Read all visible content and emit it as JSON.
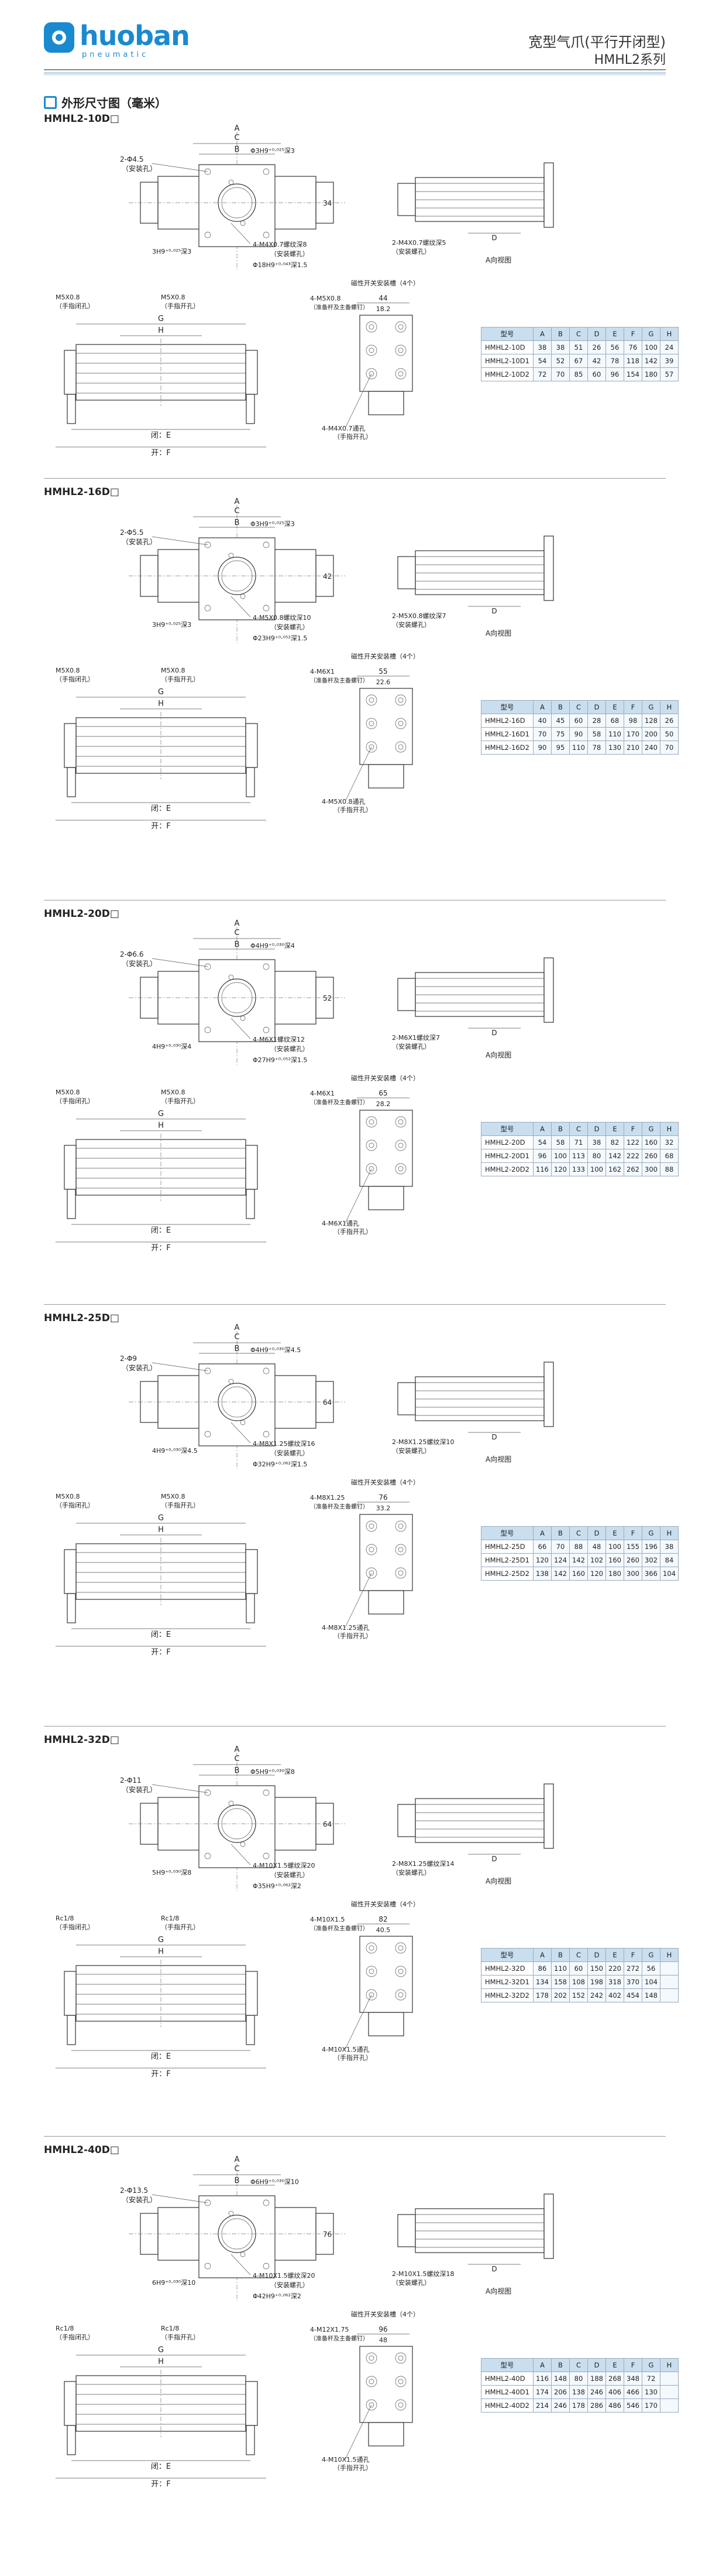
{
  "brand": {
    "name": "huoban",
    "sub": "pneumatic"
  },
  "header": {
    "title": "宽型气爪(平行开闭型)",
    "series": "HMHL2系列"
  },
  "section_title": "外形尺寸图（毫米）",
  "common": {
    "view_a": "A向视图",
    "close": "闭：E",
    "open": "开：F",
    "mount_hole": "（安装孔）",
    "mount_screw": "（安装螺孔）",
    "finger_open": "（手指开孔）",
    "finger_close": "（手指闭孔）",
    "sensor": "磁性开关安装槽（4个）",
    "adjust": "（准备杆及主备螺钉）",
    "through": "（手指开孔）"
  },
  "table_headers": [
    "型号",
    "A",
    "B",
    "C",
    "D",
    "E",
    "F",
    "G",
    "H"
  ],
  "sections": [
    {
      "model": "HMHL2-10D□",
      "labels": {
        "hole2": "2-Φ4.5",
        "dp": "Φ3H9⁺⁰·⁰²⁵深3",
        "screw4": "4-M4X0.7螺纹深8",
        "bore": "Φ18H9⁺⁰·⁰⁴³深1.5",
        "h3": "3H9⁺⁰·⁰²⁵深3",
        "side": "2-M4X0.7螺纹深5",
        "port1": "M5X0.8",
        "port2": "M5X0.8",
        "adj": "4-M5X0.8",
        "thru": "4-M4X0.7通孔",
        "dim34": "34",
        "dim44": "44",
        "dim182": "18.2"
      },
      "rows": [
        [
          "HMHL2-10D",
          "38",
          "38",
          "51",
          "26",
          "56",
          "76",
          "100",
          "24"
        ],
        [
          "HMHL2-10D1",
          "54",
          "52",
          "67",
          "42",
          "78",
          "118",
          "142",
          "39"
        ],
        [
          "HMHL2-10D2",
          "72",
          "70",
          "85",
          "60",
          "96",
          "154",
          "180",
          "57"
        ]
      ]
    },
    {
      "model": "HMHL2-16D□",
      "labels": {
        "hole2": "2-Φ5.5",
        "dp": "Φ3H9⁺⁰·⁰²⁵深3",
        "screw4": "4-M5X0.8螺纹深10",
        "bore": "Φ23H9⁺⁰·⁰⁵²深1.5",
        "h3": "3H9⁺⁰·⁰²⁵深3",
        "side": "2-M5X0.8螺纹深7",
        "port1": "M5X0.8",
        "port2": "M5X0.8",
        "adj": "4-M6X1",
        "thru": "4-M5X0.8通孔",
        "dim34": "42",
        "dim44": "55",
        "dim182": "22.6"
      },
      "rows": [
        [
          "HMHL2-16D",
          "40",
          "45",
          "60",
          "28",
          "68",
          "98",
          "128",
          "26"
        ],
        [
          "HMHL2-16D1",
          "70",
          "75",
          "90",
          "58",
          "110",
          "170",
          "200",
          "50"
        ],
        [
          "HMHL2-16D2",
          "90",
          "95",
          "110",
          "78",
          "130",
          "210",
          "240",
          "70"
        ]
      ]
    },
    {
      "model": "HMHL2-20D□",
      "labels": {
        "hole2": "2-Φ6.6",
        "dp": "Φ4H9⁺⁰·⁰³⁰深4",
        "screw4": "4-M6X1螺纹深12",
        "bore": "Φ27H9⁺⁰·⁰⁵²深1.5",
        "h3": "4H9⁺⁰·⁰³⁰深4",
        "side": "2-M6X1螺纹深7",
        "port1": "M5X0.8",
        "port2": "M5X0.8",
        "adj": "4-M6X1",
        "thru": "4-M6X1通孔",
        "dim34": "52",
        "dim44": "65",
        "dim182": "28.2"
      },
      "rows": [
        [
          "HMHL2-20D",
          "54",
          "58",
          "71",
          "38",
          "82",
          "122",
          "160",
          "32"
        ],
        [
          "HMHL2-20D1",
          "96",
          "100",
          "113",
          "80",
          "142",
          "222",
          "260",
          "68"
        ],
        [
          "HMHL2-20D2",
          "116",
          "120",
          "133",
          "100",
          "162",
          "262",
          "300",
          "88"
        ]
      ]
    },
    {
      "model": "HMHL2-25D□",
      "labels": {
        "hole2": "2-Φ9",
        "dp": "Φ4H9⁺⁰·⁰³⁰深4.5",
        "screw4": "4-M8X1.25螺纹深16",
        "bore": "Φ32H9⁺⁰·⁰⁶²深1.5",
        "h3": "4H9⁺⁰·⁰³⁰深4.5",
        "side": "2-M8X1.25螺纹深10",
        "port1": "M5X0.8",
        "port2": "M5X0.8",
        "adj": "4-M8X1.25",
        "thru": "4-M8X1.25通孔",
        "dim34": "64",
        "dim44": "76",
        "dim182": "33.2"
      },
      "rows": [
        [
          "HMHL2-25D",
          "66",
          "70",
          "88",
          "48",
          "100",
          "155",
          "196",
          "38"
        ],
        [
          "HMHL2-25D1",
          "120",
          "124",
          "142",
          "102",
          "160",
          "260",
          "302",
          "84"
        ],
        [
          "HMHL2-25D2",
          "138",
          "142",
          "160",
          "120",
          "180",
          "300",
          "366",
          "104"
        ]
      ]
    },
    {
      "model": "HMHL2-32D□",
      "labels": {
        "hole2": "2-Φ11",
        "dp": "Φ5H9⁺⁰·⁰³⁰深8",
        "screw4": "4-M10X1.5螺纹深20",
        "bore": "Φ35H9⁺⁰·⁰⁶²深2",
        "h3": "5H9⁺⁰·⁰³⁰深8",
        "side": "2-M8X1.25螺纹深14",
        "port1": "Rc1/8",
        "port2": "Rc1/8",
        "adj": "4-M10X1.5",
        "thru": "4-M10X1.5通孔",
        "dim34": "64",
        "dim44": "82",
        "dim182": "40.5"
      },
      "rows": [
        [
          "HMHL2-32D",
          "86",
          "110",
          "60",
          "150",
          "220",
          "272",
          "56",
          ""
        ],
        [
          "HMHL2-32D1",
          "134",
          "158",
          "108",
          "198",
          "318",
          "370",
          "104",
          ""
        ],
        [
          "HMHL2-32D2",
          "178",
          "202",
          "152",
          "242",
          "402",
          "454",
          "148",
          ""
        ]
      ]
    },
    {
      "model": "HMHL2-40D□",
      "labels": {
        "hole2": "2-Φ13.5",
        "dp": "Φ6H9⁺⁰·⁰³⁰深10",
        "screw4": "4-M10X1.5螺纹深20",
        "bore": "Φ42H9⁺⁰·⁰⁶²深2",
        "h3": "6H9⁺⁰·⁰³⁰深10",
        "side": "2-M10X1.5螺纹深18",
        "port1": "Rc1/8",
        "port2": "Rc1/8",
        "adj": "4-M12X1.75",
        "thru": "4-M10X1.5通孔",
        "dim34": "76",
        "dim44": "96",
        "dim182": "48"
      },
      "rows": [
        [
          "HMHL2-40D",
          "116",
          "148",
          "80",
          "188",
          "268",
          "348",
          "72",
          ""
        ],
        [
          "HMHL2-40D1",
          "174",
          "206",
          "138",
          "246",
          "406",
          "466",
          "130",
          ""
        ],
        [
          "HMHL2-40D2",
          "214",
          "246",
          "178",
          "286",
          "486",
          "546",
          "170",
          ""
        ]
      ]
    }
  ]
}
